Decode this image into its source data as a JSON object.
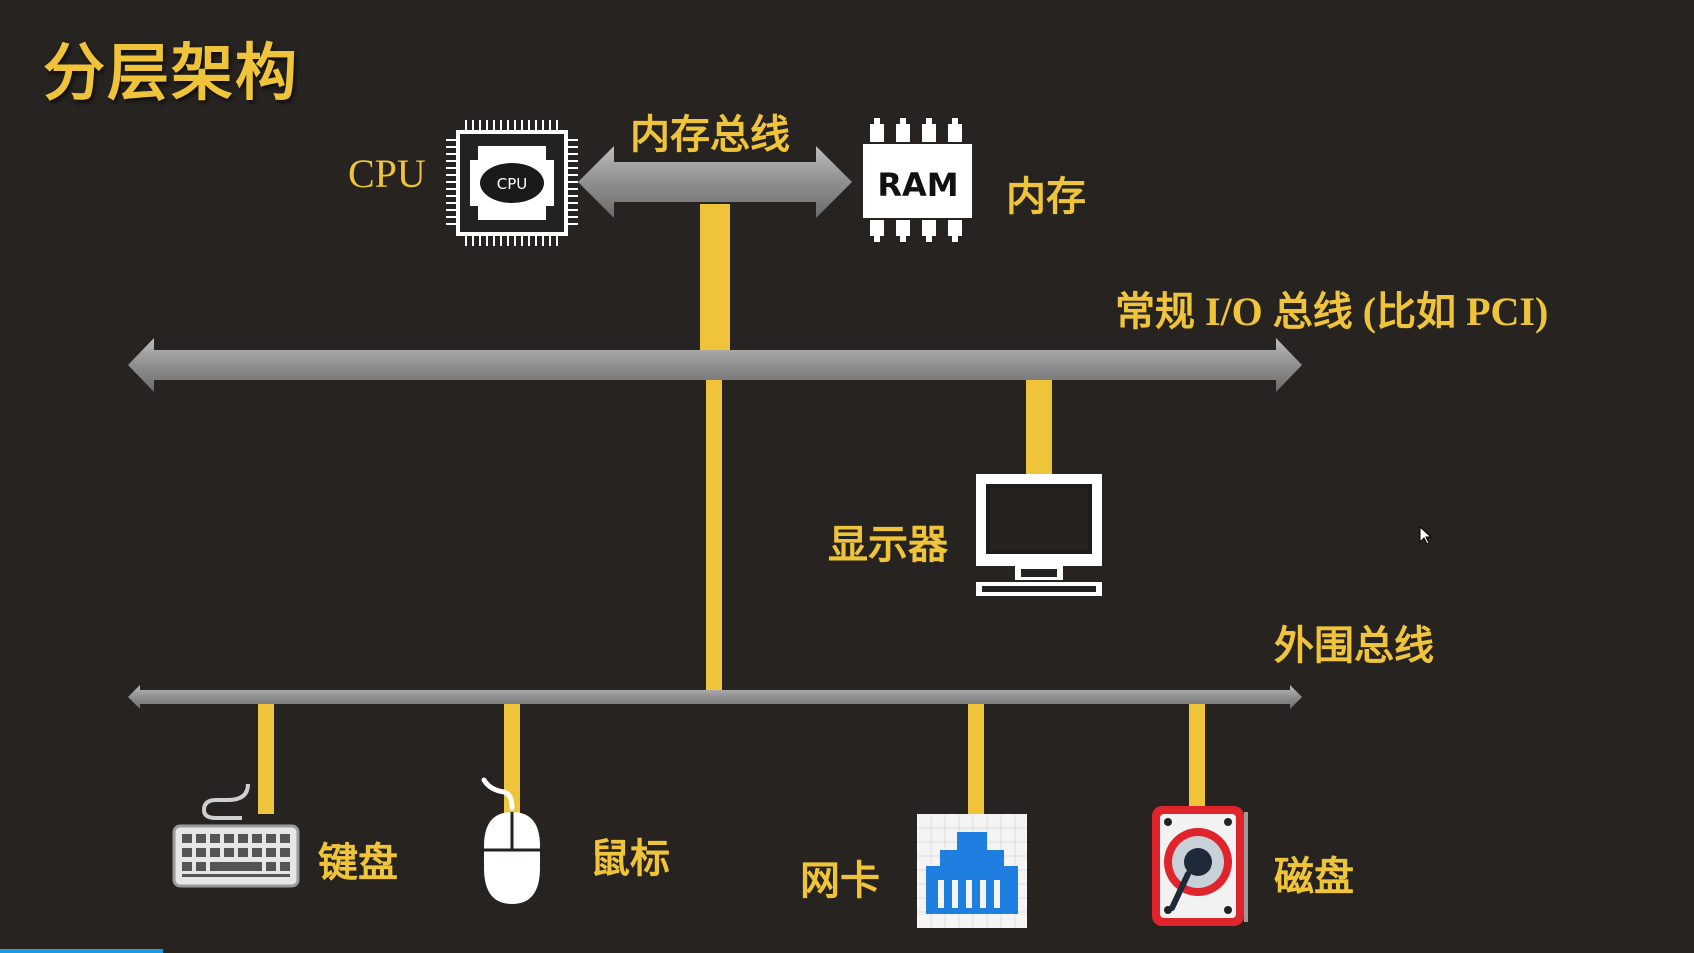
{
  "title": "分层架构",
  "labels": {
    "cpu": "CPU",
    "cpu_chip": "CPU",
    "memory_bus": "内存总线",
    "memory": "内存",
    "ram_chip": "RAM",
    "io_bus": "常规 I/O 总线 (比如 PCI)",
    "display": "显示器",
    "peripheral_bus": "外围总线",
    "keyboard": "键盘",
    "mouse": "鼠标",
    "network_card": "网卡",
    "disk": "磁盘"
  },
  "colors": {
    "background": "#272320",
    "accent": "#f0c43a",
    "bus": "#9a9a9a",
    "network_blue": "#1f7fe0",
    "disk_red": "#e0242c"
  }
}
